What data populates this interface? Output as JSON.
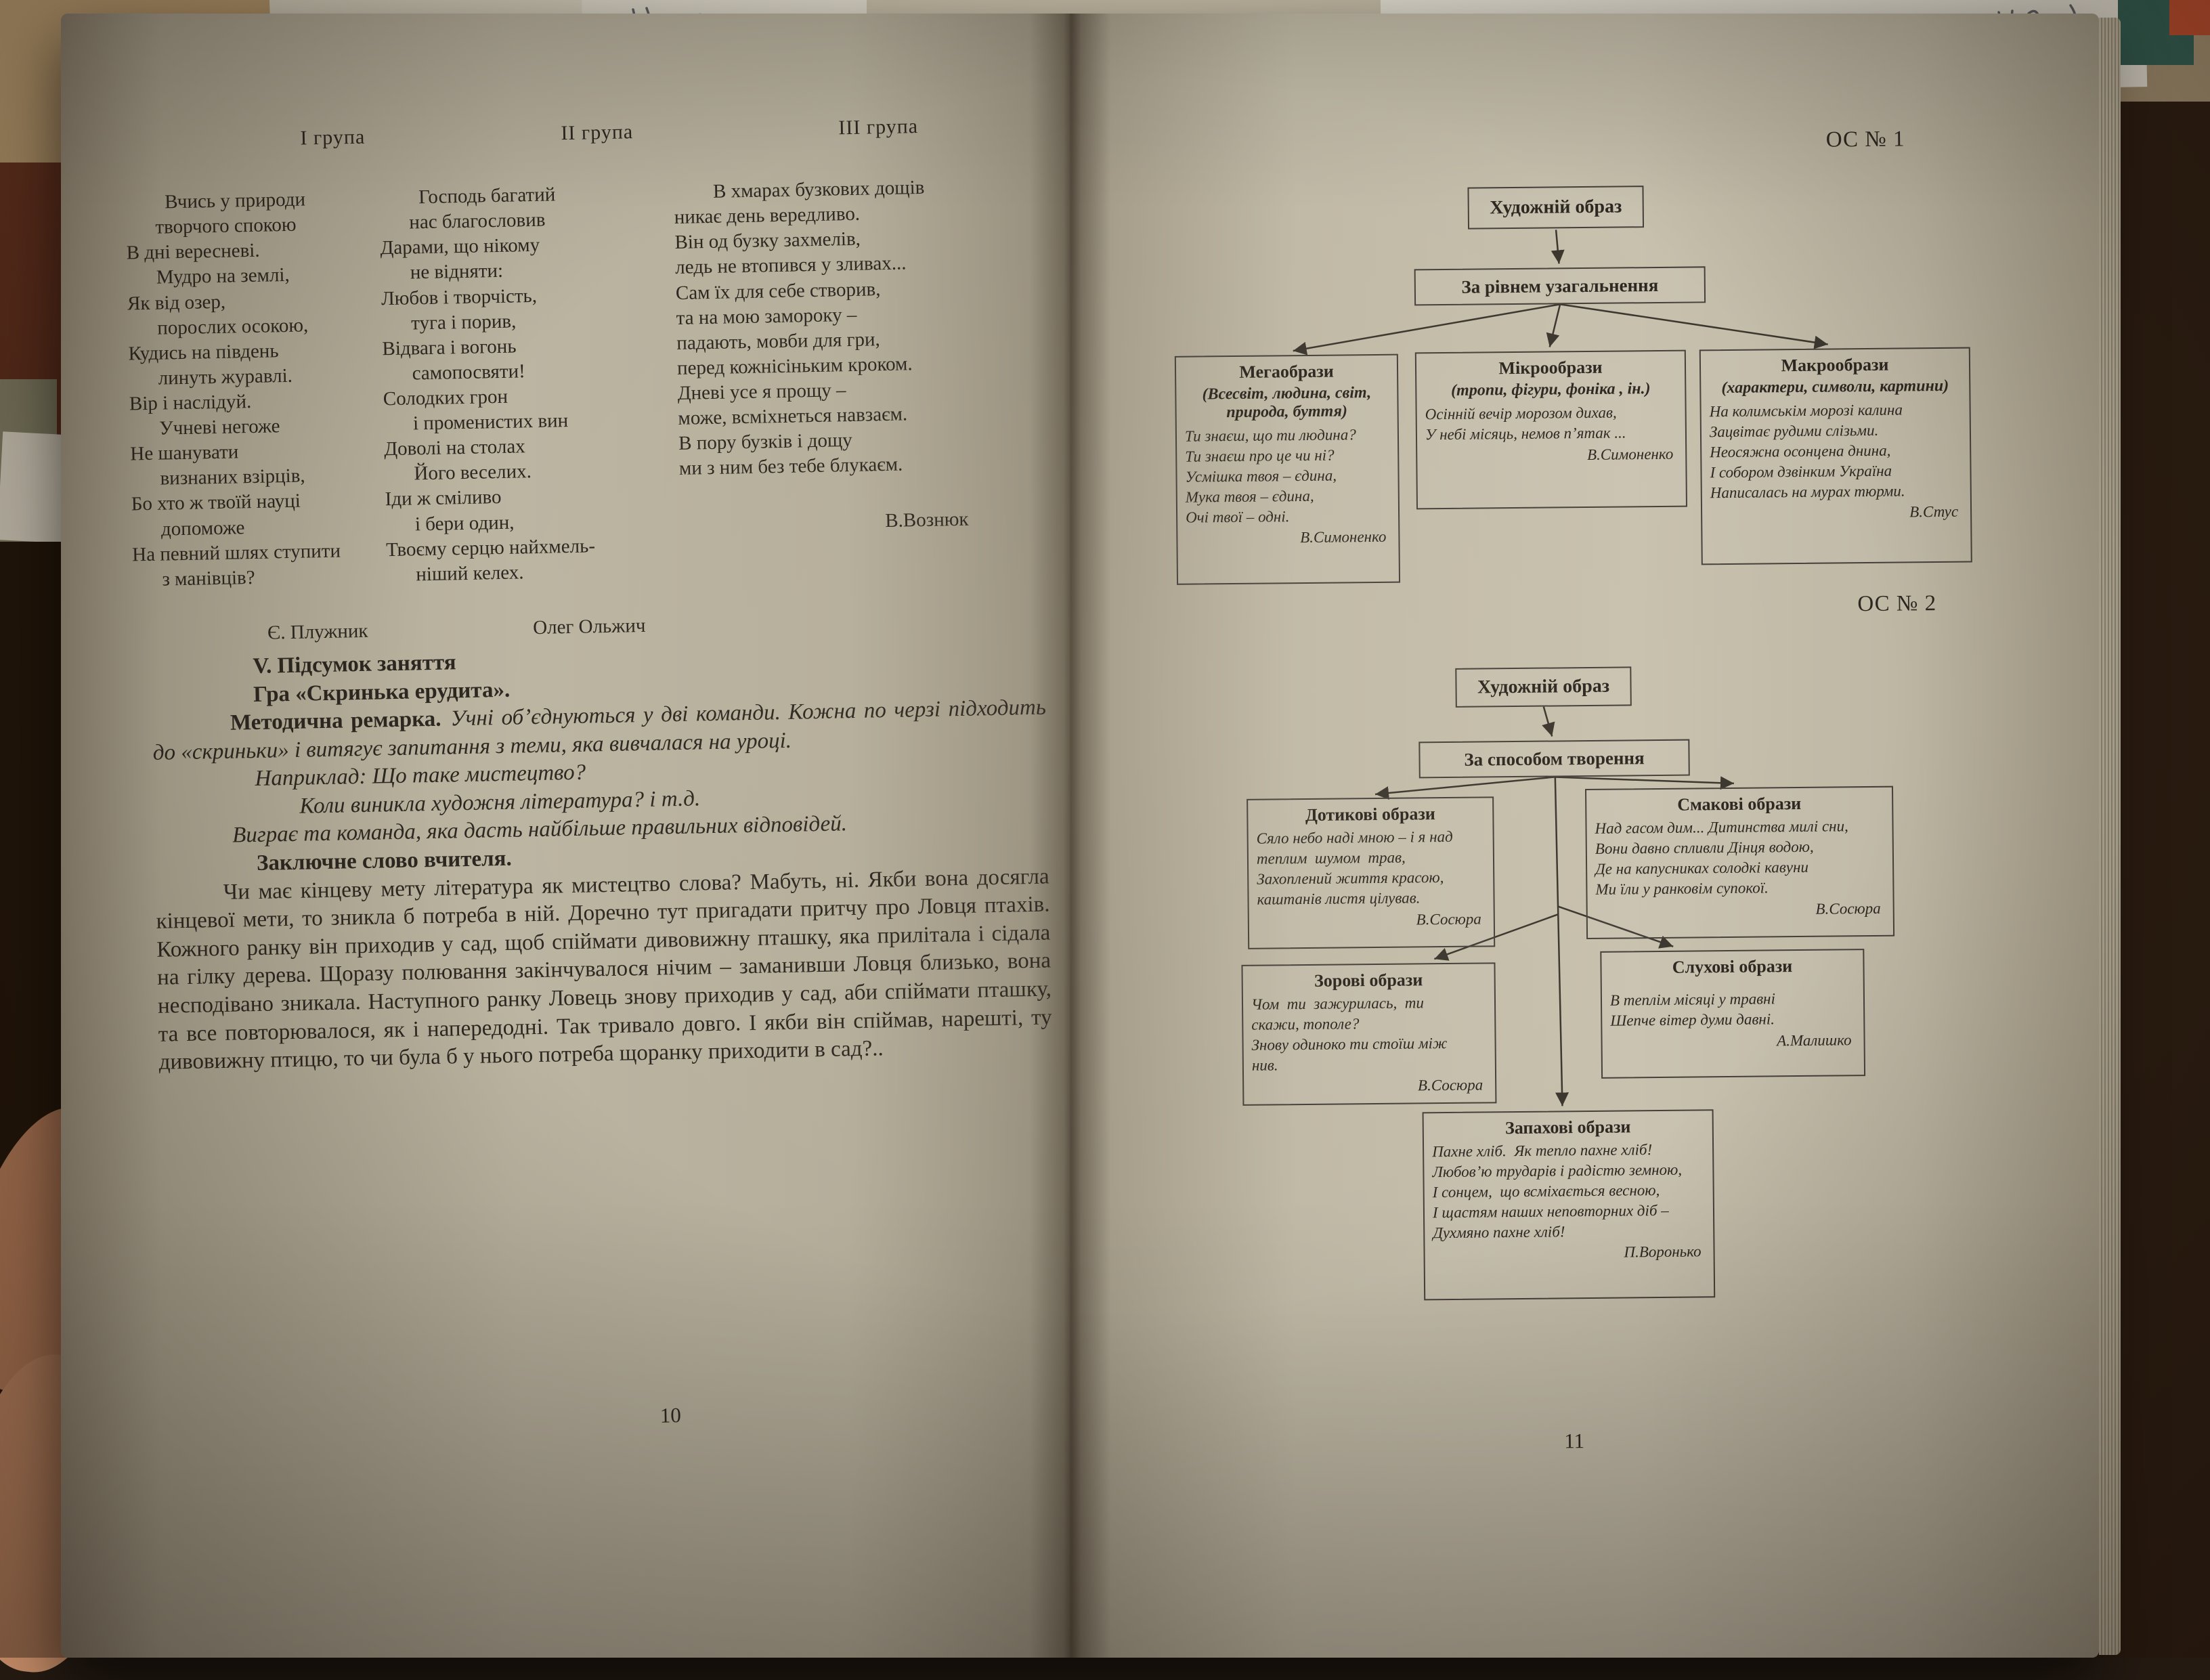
{
  "left_page": {
    "page_number": "10",
    "group_headers": [
      "І група",
      "ІІ група",
      "ІІІ група"
    ],
    "poems": [
      {
        "lines": "Вчись у природи\n      творчого спокою\nВ дні вересневі.\n      Мудро на землі,\nЯк від озер,\n      порослих осокою,\nКудись на південь\n      линуть журавлі.\nВір і наслідуй.\n      Учневі негоже\nНе шанувати\n      визнаних взірців,\nБо хто ж твоїй науці\n      допоможе\nНа певний шлях ступити\n      з манівців?",
        "author": "Є. Плужник"
      },
      {
        "lines": "Господь багатий\n      нас благословив\nДарами, що нікому\n      не відняти:\nЛюбов і творчість,\n      туга і порив,\nВідвага і вогонь\n      самопосвяти!\nСолодких грон\n      і променистих вин\nДоволі на столах\n      Його веселих.\nІди ж сміливо\n      і бери один,\nТвоєму серцю найхмель-\n      ніший келех.",
        "author": "Олег Ольжич"
      },
      {
        "lines": "В хмарах бузкових дощів\nникає день вередливо.\nВін од бузку захмелів,\nледь не втопився у зливах...\nСам їх для себе створив,\nта на мою замороку –\nпадають, мовби для гри,\nперед кожнісіньким кроком.\nДневі усе я прощу –\nможе, всміхнеться навзаєм.\nВ пору бузків і дощу\nми з ним без тебе блукаєм.",
        "author": "В.Вознюк"
      }
    ],
    "section": {
      "heading": "V. Підсумок заняття",
      "game_title": "Гра «Скринька ерудита».",
      "remark_label": "Методична ремарка.",
      "remark_text": "Учні об’єднуються у дві команди. Кожна по черзі підходить до «скриньки» і витягує запитання з теми, яка вивчалася на уроці.",
      "example_1": "Наприклад: Що таке мистецтво?",
      "example_2": "Коли виникла художня література? і т.д.",
      "wins_line": "Виграє та команда, яка дасть найбільше правильних відповідей.",
      "closing_heading": "Заключне слово вчителя.",
      "closing_text": "Чи має кінцеву мету література як мистецтво слова? Мабуть, ні. Якби вона досягла кінцевої мети, то зникла б потреба в ній. Доречно тут пригадати притчу про Ловця птахів. Кожного ранку він приходив у сад, щоб спіймати дивовижну пташку, яка прилітала і сідала на гілку дерева. Щоразу полювання закінчувалося нічим – заманивши Ловця близько, вона несподівано зникала. Наступного ранку Ловець знову приходив у сад, аби спіймати пташку, та все повторювалося, як і напередодні. Так тривало довго. І якби він спіймав, нарешті, ту дивовижну птицю, то чи була б у нього потреба щоранку приходити в сад?.."
    }
  },
  "right_page": {
    "page_number": "11",
    "os1_label": "ОС № 1",
    "os2_label": "ОС № 2",
    "diagram1": {
      "root": "Художній образ",
      "level": "За рівнем узагальнення",
      "nodes": [
        {
          "title": "Мегаобрази",
          "subtitle": "(Всесвіт, людина, світ, природа, буття)",
          "quote": "Ти знаєш, що ти людина?\nТи знаєш про це чи ні?\nУсмішка твоя – єдина,\nМука твоя – єдина,\nОчі твої – одні.",
          "author": "В.Симоненко"
        },
        {
          "title": "Мікрообрази",
          "subtitle": "(тропи, фігури, фоніка , ін.)",
          "quote": "Осінній вечір морозом дихав,\nУ небі місяць, немов п’ятак ...",
          "author": "В.Симоненко"
        },
        {
          "title": "Макрообрази",
          "subtitle": "(характери, символи, картини)",
          "quote": "На колимськім морозі калина\nЗацвітає рудими слізьми.\nНеосяжна осонцена днина,\nІ собором дзвінким Україна\nНаписалась на мурах тюрми.",
          "author": "В.Стус"
        }
      ]
    },
    "diagram2": {
      "root": "Художній образ",
      "level": "За способом творення",
      "nodes": [
        {
          "title": "Дотикові образи",
          "quote": "Сяло небо наді мною – і я над\nтеплим  шумом  трав,\nЗахоплений життя красою,\nкаштанів листя цілував.",
          "author": "В.Сосюра"
        },
        {
          "title": "Смакові образи",
          "quote": "Над гасом дим... Дитинства милі сни,\nВони давно спливли Дінця водою,\nДе на капусниках солодкі кавуни\nМи їли у ранковім супокої.",
          "author": "В.Сосюра"
        },
        {
          "title": "Зорові образи",
          "quote": "Чом  ти  зажурилась,  ти\nскажи, тополе?\nЗнову одиноко ти стоїш між\nнив.",
          "author": "В.Сосюра"
        },
        {
          "title": "Слухові образи",
          "quote": "В теплім місяці у травні\nШепче вітер думи давні.",
          "author": "А.Малишко"
        },
        {
          "title": "Запахові образи",
          "quote": "Пахне хліб.  Як тепло пахне хліб!\nЛюбов’ю трударів і радістю земною,\nІ сонцем,  що всміхається весною,\nІ щастям наших неповторних діб –\nДухмяно пахне хліб!",
          "author": "П.Воронько"
        }
      ]
    }
  }
}
